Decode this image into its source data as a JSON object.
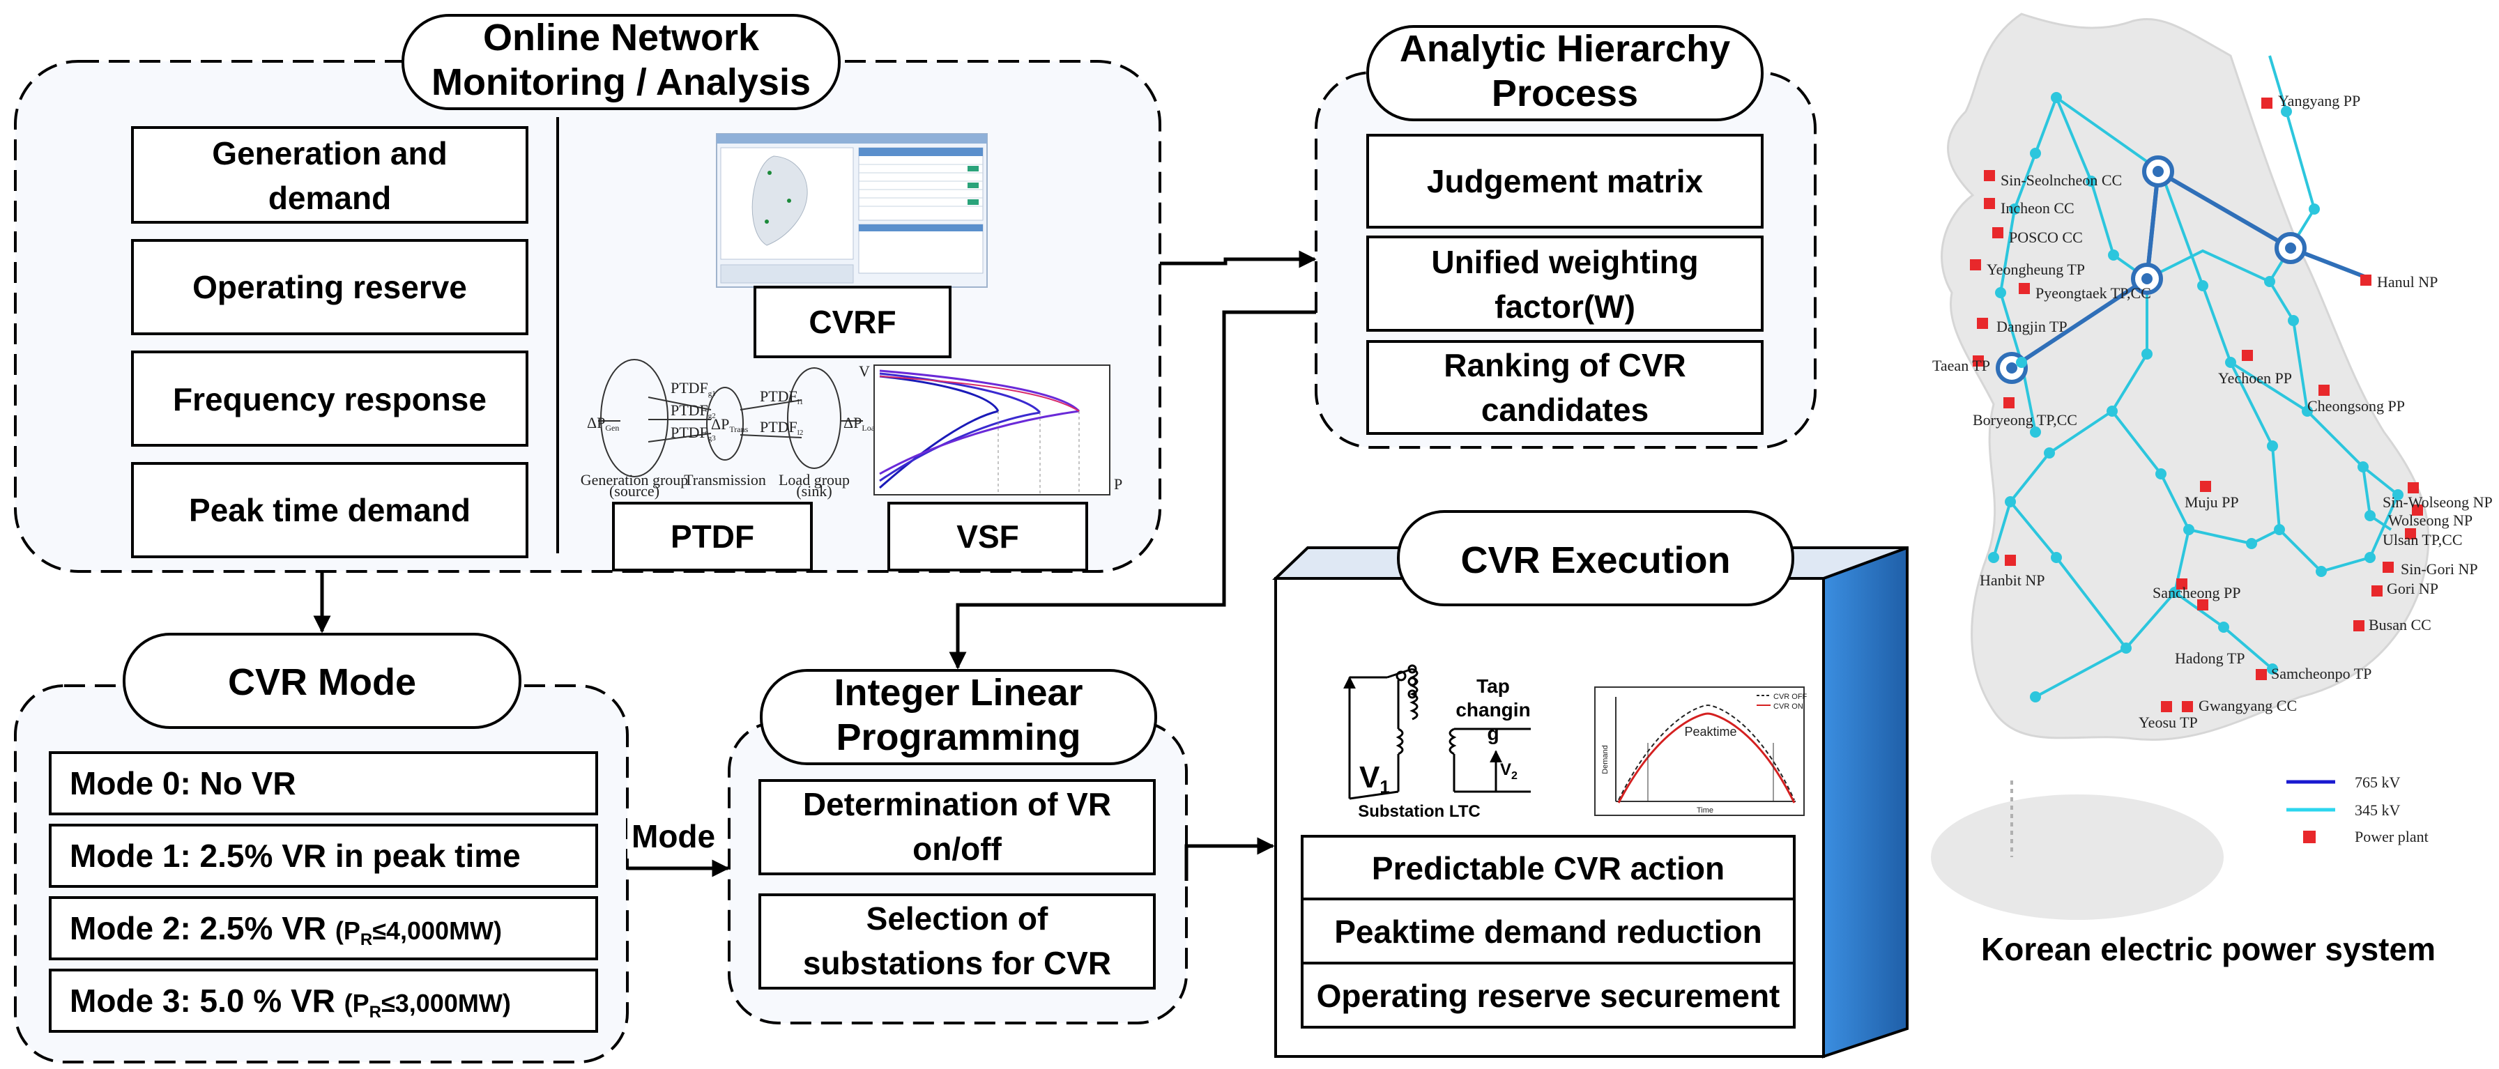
{
  "online": {
    "title_line1": "Online Network",
    "title_line2": "Monitoring / Analysis",
    "items": [
      {
        "line1": "Generation and",
        "line2": "demand"
      },
      {
        "line1": "Operating reserve",
        "line2": ""
      },
      {
        "line1": "Frequency response",
        "line2": ""
      },
      {
        "line1": "Peak time demand",
        "line2": ""
      }
    ],
    "cvrf_label": "CVRF",
    "ptdf_label": "PTDF",
    "vsf_label": "VSF",
    "ptdf_sketch": {
      "gen_group": "Generation group",
      "gen_source": "(source)",
      "transmission": "Transmission",
      "load_group": "Load group",
      "load_sink": "(sink)",
      "dp_gen": "ΔP",
      "dp_gen_sub": "Gen",
      "dp_trans": "ΔP",
      "dp_trans_sub": "Trans",
      "dp_load": "ΔP",
      "dp_load_sub": "Load",
      "ptdf_g1": "PTDF",
      "ptdf_g1_sub": "g1",
      "ptdf_g2": "PTDF",
      "ptdf_g2_sub": "g2",
      "ptdf_g3": "PTDF",
      "ptdf_g3_sub": "g3",
      "ptdf_l1": "PTDF",
      "ptdf_l1_sub": "l1",
      "ptdf_l2": "PTDF",
      "ptdf_l2_sub": "l2"
    },
    "vsf_axis_v": "V",
    "vsf_axis_p": "P"
  },
  "ahp": {
    "title_line1": "Analytic Hierarchy",
    "title_line2": "Process",
    "items": [
      {
        "line1": "Judgement matrix",
        "line2": ""
      },
      {
        "line1": "Unified weighting",
        "line2": "factor(W)"
      },
      {
        "line1": "Ranking of CVR",
        "line2": "candidates"
      }
    ]
  },
  "cvr_mode": {
    "title": "CVR Mode",
    "modes": [
      {
        "text": "Mode 0: No VR",
        "cond": "",
        "cond_sub": "",
        "cond_rest": ""
      },
      {
        "text": "Mode 1: 2.5% VR in peak time",
        "cond": "",
        "cond_sub": "",
        "cond_rest": ""
      },
      {
        "text": "Mode 2: 2.5% VR ",
        "cond": "(P",
        "cond_sub": "R",
        "cond_rest": "≤4,000MW)"
      },
      {
        "text": "Mode 3: 5.0 % VR ",
        "cond": "(P",
        "cond_sub": "R",
        "cond_rest": "≤3,000MW)"
      }
    ],
    "arrow_label": "Mode"
  },
  "ilp": {
    "title_line1": "Integer Linear",
    "title_line2": "Programming",
    "items": [
      {
        "line1": "Determination of VR",
        "line2": "on/off"
      },
      {
        "line1": "Selection of",
        "line2": "substations for CVR"
      }
    ]
  },
  "execution": {
    "title": "CVR Execution",
    "tap_line1": "Tap",
    "tap_line2": "changin",
    "tap_line3": "g",
    "v1": "V",
    "v1_sub": "1",
    "v2": "V",
    "v2_sub": "2",
    "substation": "Substation LTC",
    "peak_label": "Peaktime",
    "legend_off": "CVR OFF",
    "legend_on": "CVR ON",
    "axis_y": "Demand",
    "axis_x": "Time",
    "items": [
      "Predictable CVR action",
      "Peaktime demand reduction",
      "Operating reserve securement"
    ]
  },
  "map": {
    "caption": "Korean electric power system",
    "legend": [
      "765 kV",
      "345 kV",
      "Power plant"
    ],
    "plants": [
      "Yangyang PP",
      "Sin-Seolncheon CC",
      "Incheon CC",
      "POSCO CC",
      "Yeongheung TP",
      "Pyeongtaek TP,CC",
      "Hanul NP",
      "Dangjin TP",
      "Taean TP",
      "Yechoen PP",
      "Boryeong TP,CC",
      "Cheongsong PP",
      "Muju PP",
      "Sin-Wolseong NP",
      "Wolseong NP",
      "Ulsan TP,CC",
      "Sin-Gori NP",
      "Gori NP",
      "Hanbit NP",
      "Sancheong PP",
      "Busan CC",
      "Hadong TP",
      "Samcheonpo TP",
      "Yeosu TP",
      "Gwangyang CC"
    ],
    "colors": {
      "line_765": "#2f6fb8",
      "line_345": "#2cc6dd",
      "plant": "#e8282b"
    }
  },
  "colors": {
    "panel_side": "#2f80d0",
    "panel_top": "#dfe8f4"
  }
}
